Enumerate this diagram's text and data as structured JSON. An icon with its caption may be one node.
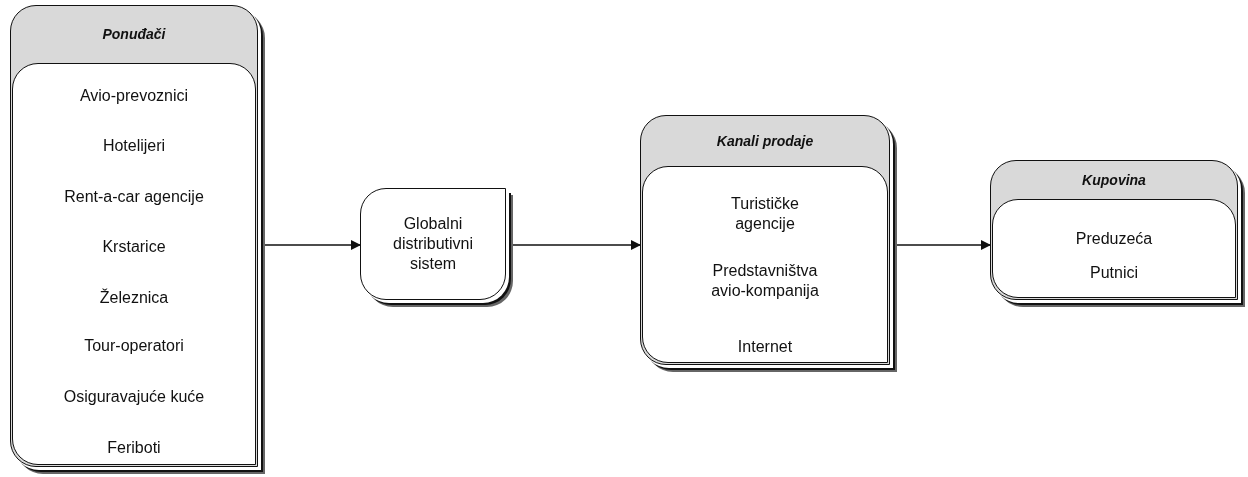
{
  "diagram": {
    "nodes": [
      {
        "text": [
          "Ponuđači"
        ]
      },
      {
        "text": [
          "Avio-prevoznici",
          "Hotelijeri",
          "Rent-a-car agencije",
          "Krstarice",
          "Železnica",
          "Tour-operatori",
          "Osiguravajuće kuće",
          "Feriboti"
        ],
        "in": 0
      },
      {
        "text": [
          "Globalni distributivni sistem"
        ]
      },
      {
        "text": [
          "Kanali prodaje"
        ]
      },
      {
        "text": [
          "Turističke agencije",
          "Predstavništva avio-kompanija",
          "Internet"
        ],
        "in": 3
      },
      {
        "text": [
          "Kupovina"
        ]
      },
      {
        "text": [
          "Preduzeća",
          "Putnici"
        ],
        "in": 5
      }
    ],
    "edges": [
      {
        "from": 0,
        "to": 2,
        "arrow": "to"
      },
      {
        "from": 2,
        "to": 3,
        "arrow": "to"
      },
      {
        "from": 3,
        "to": 5,
        "arrow": "to"
      }
    ]
  }
}
